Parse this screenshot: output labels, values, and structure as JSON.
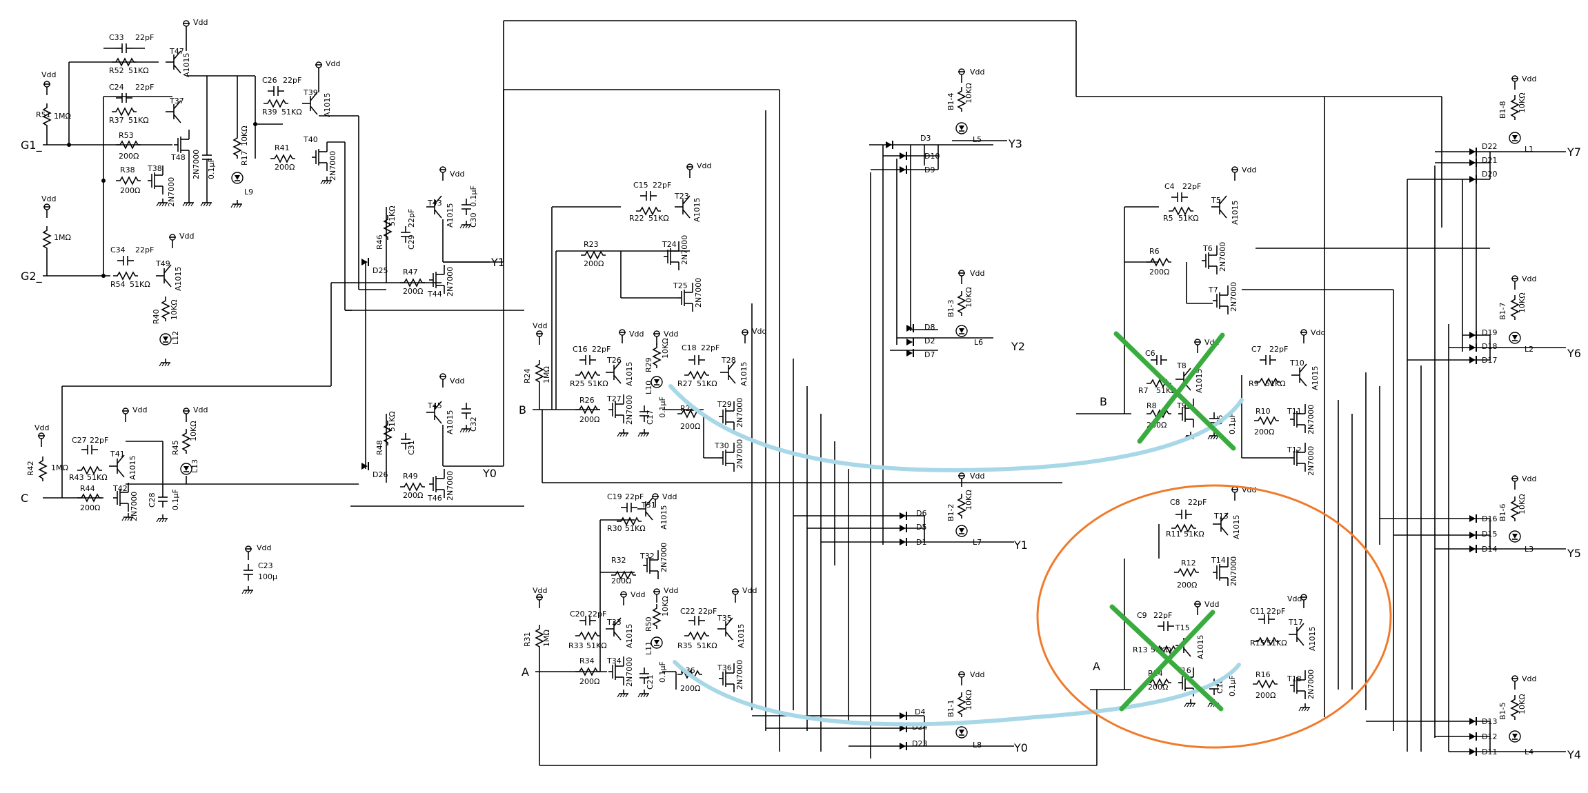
{
  "inputs": {
    "g1": "G1_",
    "g2": "G2_",
    "c": "C",
    "b": "B",
    "a": "A"
  },
  "outputs": {
    "y0": "Y0",
    "y1": "Y1",
    "y2": "Y2",
    "y3": "Y3",
    "y4": "Y4",
    "y5": "Y5",
    "y6": "Y6",
    "y7": "Y7"
  },
  "vdd": "Vdd",
  "labels": {
    "c33": "C33",
    "p22": "22pF",
    "r52": "R52",
    "k51": "51KΩ",
    "t47": "T47",
    "a1015": "A1015",
    "c24": "C24",
    "r37": "R37",
    "t37": "T37",
    "r51": "R51",
    "m1": "1MΩ",
    "r53": "R53",
    "o200": "200Ω",
    "t48": "T48",
    "n2n7000": "2N7000",
    "uf01": "0.1μF",
    "r17": "R17",
    "k10": "10KΩ",
    "l9": "L9",
    "r38": "R38",
    "t38": "T38",
    "c26": "C26",
    "r39": "R39",
    "t39": "T39",
    "r41": "R41",
    "t40": "T40",
    "c34": "C34",
    "r54": "R54",
    "t49": "T49",
    "r40": "R40",
    "l12": "L12",
    "t43": "T43",
    "c30": "C30",
    "r46": "R46",
    "c29": "C29",
    "d25": "D25",
    "r47": "R47",
    "t44": "T44",
    "t45": "T45",
    "c32": "C32",
    "r48": "R48",
    "c31": "C31",
    "d26": "D26",
    "r49": "R49",
    "t46": "T46",
    "c27": "C27",
    "r43": "R43",
    "t41": "T41",
    "r42": "R42",
    "r44": "R44",
    "t42": "T42",
    "c28": "C28",
    "r45": "R45",
    "l13": "L13",
    "c23": "C23",
    "u100": "100μ",
    "c15": "C15",
    "r22": "R22",
    "t23": "T23",
    "r23": "R23",
    "t24": "T24",
    "t25": "T25",
    "r24": "R24",
    "c16": "C16",
    "r25": "R25",
    "t26": "T26",
    "r29": "R29",
    "l10": "L10",
    "c18": "C18",
    "r27": "R27",
    "t28": "T28",
    "r26": "R26",
    "t27": "T27",
    "c17": "C17",
    "r28": "R28",
    "t29": "T29",
    "t30": "T30",
    "c19": "C19",
    "r30": "R30",
    "t31": "T31",
    "r32": "R32",
    "t32": "T32",
    "r31": "R31",
    "c20": "C20",
    "r33": "R33",
    "t33": "T33",
    "r50": "R50",
    "l11": "L11",
    "c22": "C22",
    "r35": "R35",
    "t35": "T35",
    "r34": "R34",
    "t34": "T34",
    "c21": "C21",
    "r36": "R36",
    "t36": "T36",
    "d3": "D3",
    "d10": "D10",
    "d9": "D9",
    "d8": "D8",
    "d2": "D2",
    "d7": "D7",
    "d6": "D6",
    "d5": "D5",
    "d1": "D1",
    "d4": "D4",
    "d24": "D24",
    "d23": "D23",
    "b14": "B1-4",
    "b13": "B1-3",
    "b12": "B1-2",
    "b11": "B1-1",
    "l5": "L5",
    "l6": "L6",
    "l7": "L7",
    "l8": "L8",
    "c4": "C4",
    "r5": "R5",
    "t5": "T5",
    "r6": "R6",
    "t6": "T6",
    "t7": "T7",
    "c6": "C6",
    "r7": "R7",
    "t8": "T8",
    "r8": "R8",
    "t9": "T9",
    "c5": "C5",
    "c7": "C7",
    "r9": "R9",
    "t10": "T10",
    "r10": "R10",
    "t11": "T11",
    "t12": "T12",
    "c8": "C8",
    "r11": "R11",
    "t13": "T13",
    "r12": "R12",
    "t14": "T14",
    "c9": "C9",
    "r13": "R13",
    "t15": "T15",
    "r14": "R14",
    "t16": "T16",
    "c10": "C10",
    "c11": "C11",
    "r15": "R15",
    "t17": "T17",
    "r16": "R16",
    "t18": "T18",
    "d22": "D22",
    "d21": "D21",
    "d20": "D20",
    "d19": "D19",
    "d18": "D18",
    "d17": "D17",
    "d16": "D16",
    "d15": "D15",
    "d14": "D14",
    "d13": "D13",
    "d12": "D12",
    "d11": "D11",
    "b18": "B1-8",
    "b17": "B1-7",
    "b16": "B1-6",
    "b15": "B1-5",
    "l1": "L1",
    "l2": "L2",
    "l3": "L3",
    "l4": "L4"
  },
  "annotations": {
    "cross_color": "#3aab3e",
    "circle_color": "#f07a2a",
    "arc_color": "#a8d8e8"
  }
}
